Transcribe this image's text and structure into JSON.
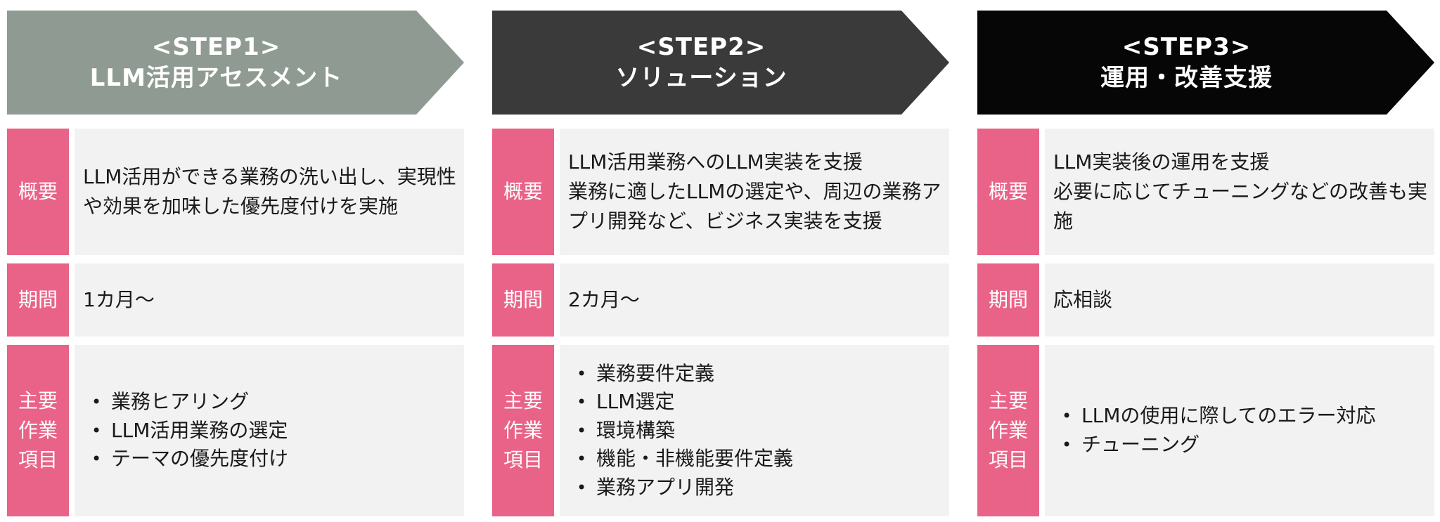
{
  "colors": {
    "step1_header_bg": "#8f9a92",
    "step2_header_bg": "#3a3a3a",
    "step3_header_bg": "#060606",
    "label_bg": "#e96287",
    "content_bg": "#f2f2f2",
    "header_text": "#ffffff",
    "body_text": "#1a1a1a"
  },
  "labels": {
    "overview": "概要",
    "period": "期間",
    "tasks": "主要\n作業\n項目"
  },
  "steps": [
    {
      "header": {
        "line1": "<STEP1>",
        "line2": "LLM活用アセスメント",
        "bg": "#8f9a92"
      },
      "overview": [
        "LLM活用ができる業務の洗い出し、実現性や効果を加味した優先度付けを実施"
      ],
      "period": "1カ月〜",
      "tasks": [
        "業務ヒアリング",
        "LLM活用業務の選定",
        "テーマの優先度付け"
      ]
    },
    {
      "header": {
        "line1": "<STEP2>",
        "line2": "ソリューション",
        "bg": "#3a3a3a"
      },
      "overview": [
        "LLM活用業務へのLLM実装を支援",
        "業務に適したLLMの選定や、周辺の業務アプリ開発など、ビジネス実装を支援"
      ],
      "period": "2カ月〜",
      "tasks": [
        "業務要件定義",
        "LLM選定",
        "環境構築",
        "機能・非機能要件定義",
        "業務アプリ開発"
      ]
    },
    {
      "header": {
        "line1": "<STEP3>",
        "line2": "運用・改善支援",
        "bg": "#060606"
      },
      "overview": [
        "LLM実装後の運用を支援",
        "必要に応じてチューニングなどの改善も実施"
      ],
      "period": "応相談",
      "tasks": [
        "LLMの使用に際してのエラー対応",
        "チューニング"
      ]
    }
  ]
}
